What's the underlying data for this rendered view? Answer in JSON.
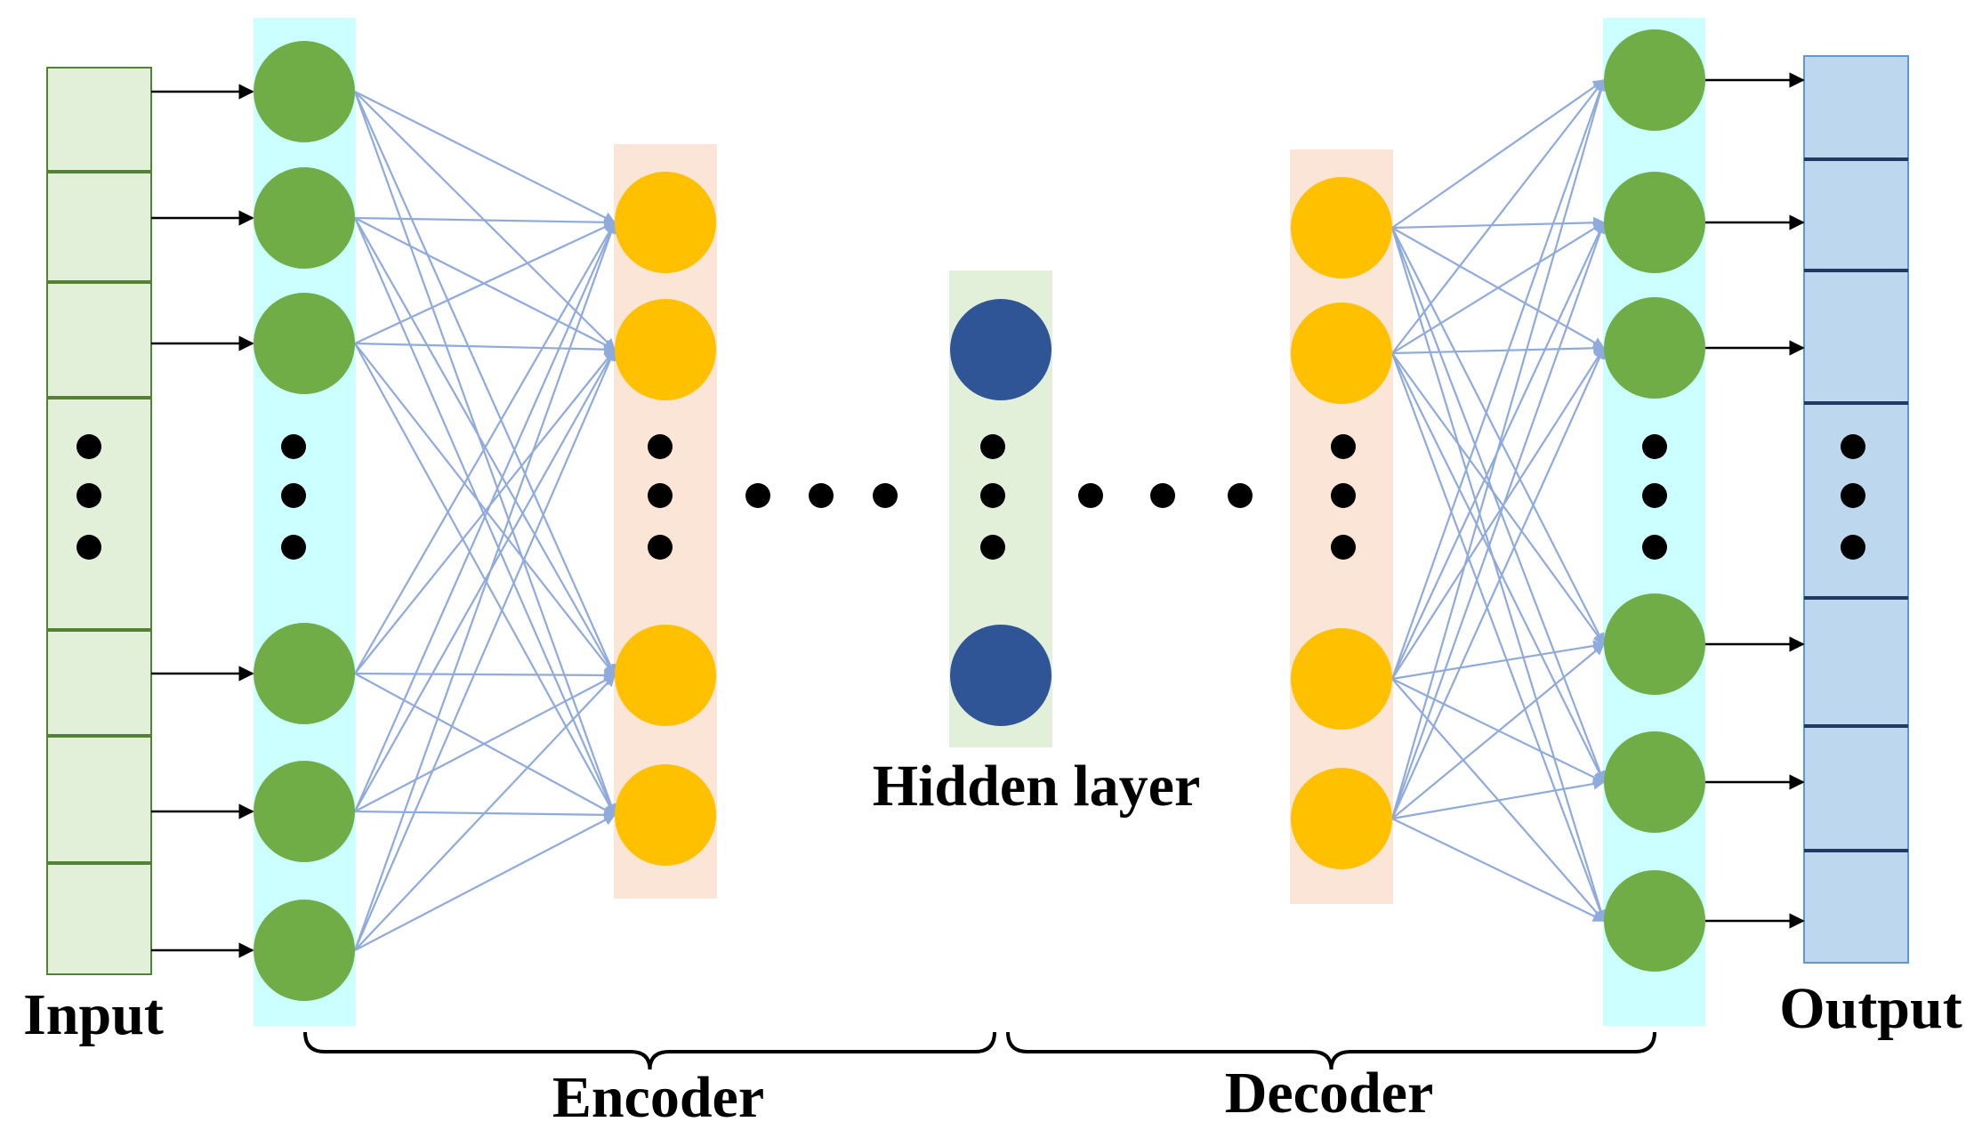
{
  "labels": {
    "input": "Input",
    "output": "Output",
    "hidden": "Hidden layer",
    "encoder": "Encoder",
    "decoder": "Decoder"
  },
  "colors": {
    "input_column": "#e2efd9",
    "input_border": "#548235",
    "output_column": "#bdd7ee",
    "output_border": "#1f3864",
    "io_layer_band": "#ccffff",
    "inner_layer_band": "#fbe5d6",
    "hidden_band": "#e2efd9",
    "io_neuron": "#70ad47",
    "inner_neuron": "#ffc000",
    "hidden_neuron": "#2f5597",
    "connection": "#8faadc",
    "arrow": "#000000",
    "ellipsis_dot": "#000000"
  },
  "network": {
    "input_layer": {
      "visible_neurons": 6,
      "elided": true
    },
    "encoder_layer": {
      "visible_neurons": 4,
      "elided": true
    },
    "hidden_layer": {
      "visible_neurons": 2,
      "elided": true
    },
    "decoder_layer": {
      "visible_neurons": 4,
      "elided": true
    },
    "output_layer": {
      "visible_neurons": 6,
      "elided": true
    },
    "connectivity": "fully-connected"
  }
}
